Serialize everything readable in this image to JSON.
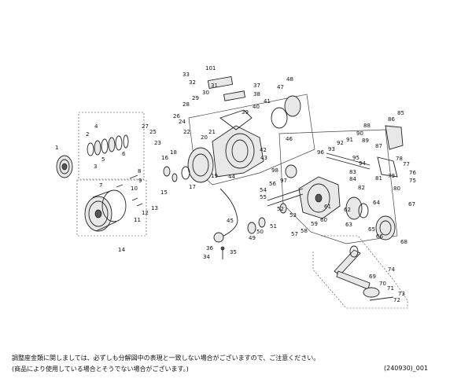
{
  "footer": {
    "note_line1": "調整座金類に関しましては、必ずしも分解図中の表現と一致しない場合がございますので、ご注意ください。",
    "note_line2": "(商品により使用している場合とそうでない場合がございます。)",
    "code": "(240930)_001"
  },
  "part_numbers": [
    "1",
    "2",
    "3",
    "4",
    "5",
    "6",
    "7",
    "8",
    "9",
    "10",
    "11",
    "12",
    "13",
    "14",
    "15",
    "16",
    "17",
    "18",
    "19",
    "20",
    "21",
    "22",
    "23",
    "24",
    "25",
    "26",
    "27",
    "28",
    "29",
    "30",
    "31",
    "32",
    "33",
    "34",
    "35",
    "36",
    "37",
    "38",
    "39",
    "40",
    "41",
    "42",
    "43",
    "44",
    "45",
    "46",
    "47",
    "48",
    "49",
    "50",
    "51",
    "52",
    "53",
    "54",
    "55",
    "56",
    "57",
    "58",
    "59",
    "60",
    "61",
    "62",
    "63",
    "64",
    "65",
    "66",
    "67",
    "68",
    "69",
    "70",
    "71",
    "72",
    "73",
    "74",
    "75",
    "76",
    "77",
    "78",
    "79",
    "80",
    "81",
    "82",
    "83",
    "84",
    "85",
    "86",
    "87",
    "88",
    "89",
    "90",
    "91",
    "92",
    "93",
    "94",
    "95",
    "96",
    "97",
    "98",
    "101"
  ]
}
